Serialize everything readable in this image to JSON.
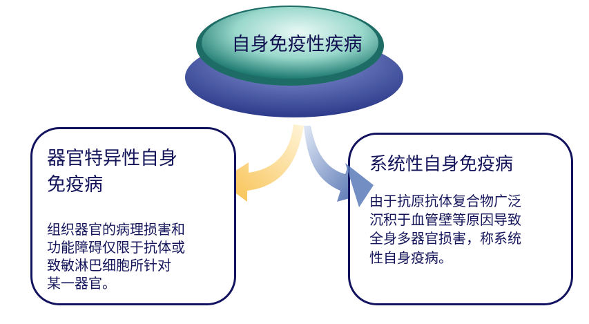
{
  "center": {
    "title": "自身免疫性疾病"
  },
  "left": {
    "title_lines": [
      "器官特异性自身",
      "免疫病"
    ],
    "body_lines": [
      "组织器官的病理损害和",
      "功能障碍仅限于抗体或",
      "致敏淋巴细胞所针对",
      "某一器官。"
    ]
  },
  "right": {
    "title": "系统性自身免疫病",
    "body_lines": [
      "由于抗原抗体复合物广泛",
      "沉积于血管壁等原因导致",
      "全身多器官损害，称系统",
      "性自身疫病。"
    ]
  },
  "colors": {
    "navy": "#12125e",
    "teal": "#2a8a80",
    "arrow_left": "#f7c35a",
    "arrow_right": "#5a7ab8"
  }
}
